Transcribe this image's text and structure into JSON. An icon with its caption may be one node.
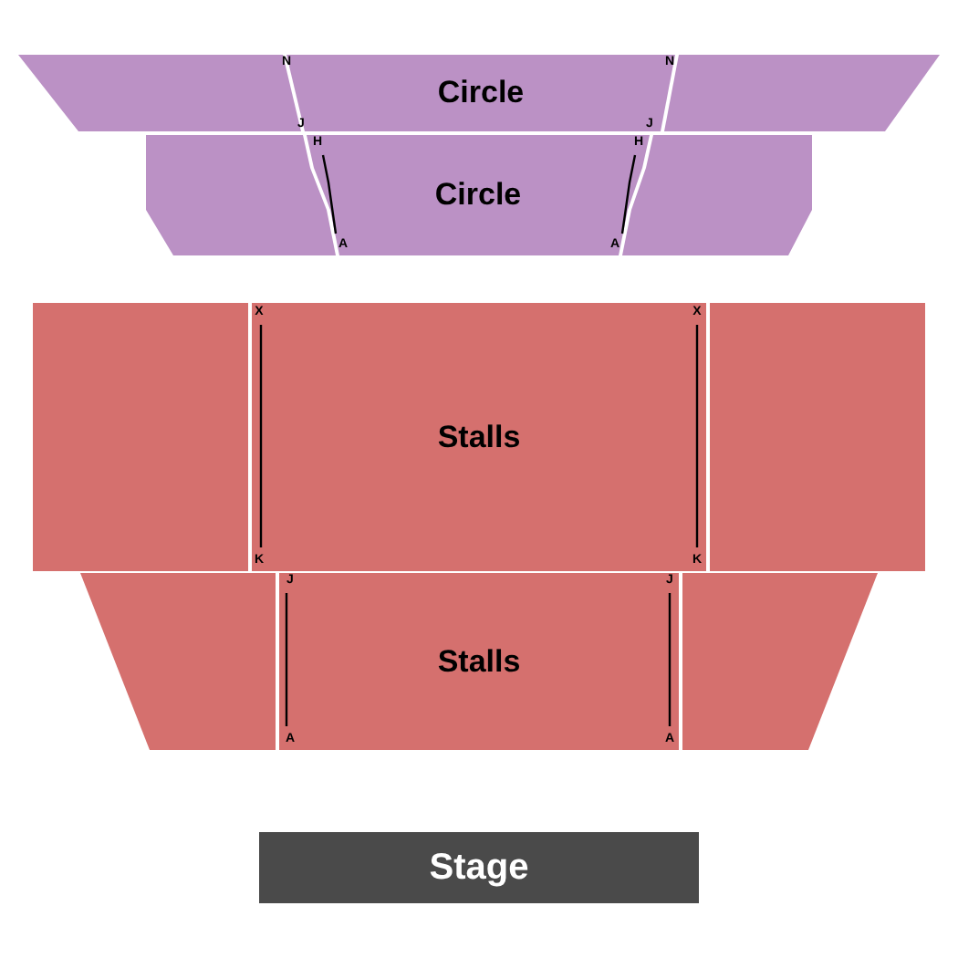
{
  "diagram": {
    "nodes": [
      {
        "text": [],
        "shape": "box"
      },
      {
        "text": [
          "Circle"
        ]
      },
      {
        "text": [],
        "shape": "box"
      },
      {
        "text": [],
        "shape": "box"
      },
      {
        "text": [
          "Circle"
        ]
      },
      {
        "text": [],
        "shape": "box"
      },
      {
        "text": [],
        "shape": "box"
      },
      {
        "text": [
          "Stalls"
        ]
      },
      {
        "text": [],
        "shape": "box"
      },
      {
        "text": [],
        "shape": "box"
      },
      {
        "text": [
          "Stalls"
        ]
      },
      {
        "text": [],
        "shape": "box"
      },
      {
        "text": [
          "Stage"
        ]
      }
    ],
    "labels": [
      "N",
      "N",
      "J",
      "J",
      "H",
      "H",
      "A",
      "A",
      "X",
      "X",
      "K",
      "K",
      "J",
      "J",
      "A",
      "A"
    ]
  }
}
